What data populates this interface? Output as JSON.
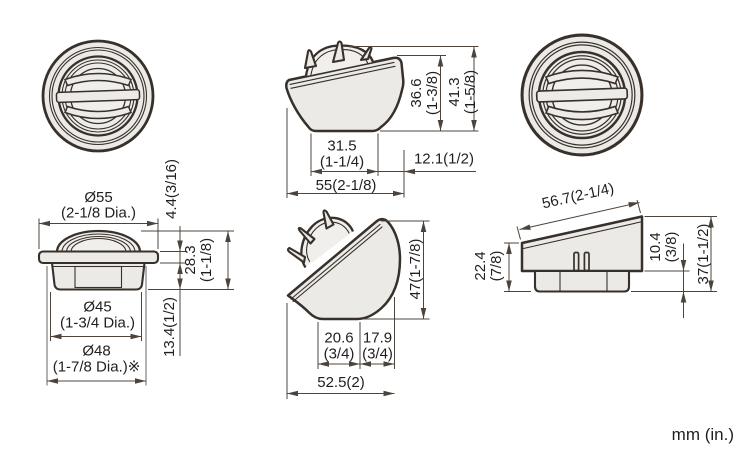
{
  "units_note": "mm (in.)",
  "colors": {
    "outline": "#38302a",
    "dimension_line": "#4c443c",
    "part_fill": "#ebeae6",
    "dome_fill": "#f0efec",
    "text": "#221e1f",
    "background": "#ffffff"
  },
  "views": {
    "cross_section": {
      "dia_outer_mm": "Ø55",
      "dia_outer_in": "(2-1/8 Dia.)",
      "rim_height": "4.4(3/16)",
      "height_mm": "28.3",
      "height_in": "(1-1/8)",
      "dia_body_mm": "Ø45",
      "dia_body_in": "(1-3/4 Dia.)",
      "depth": "13.4(1/2)",
      "dia_hole_mm": "Ø48",
      "dia_hole_in": "(1-7/8 Dia.)※"
    },
    "side": {
      "height_face_mm": "36.6",
      "height_face_in": "(1-3/8)",
      "height_total_mm": "41.3",
      "height_total_in": "(1-5/8)",
      "base_width_mm": "31.5",
      "base_width_in": "(1-1/4)",
      "overhang": "12.1(1/2)",
      "width_total": "55(2-1/8)"
    },
    "tilted": {
      "height_total": "47(1-7/8)",
      "base_left_mm": "20.6",
      "base_left_in": "(3/4)",
      "base_right_mm": "17.9",
      "base_right_in": "(3/4)",
      "width_total": "52.5(2)"
    },
    "rear": {
      "slant_width": "56.7(2-1/4)",
      "base_height_mm": "10.4",
      "base_height_in": "(3/8)",
      "left_height_mm": "22.4",
      "left_height_in": "(7/8)",
      "height_total": "37(1-1/2)"
    }
  }
}
